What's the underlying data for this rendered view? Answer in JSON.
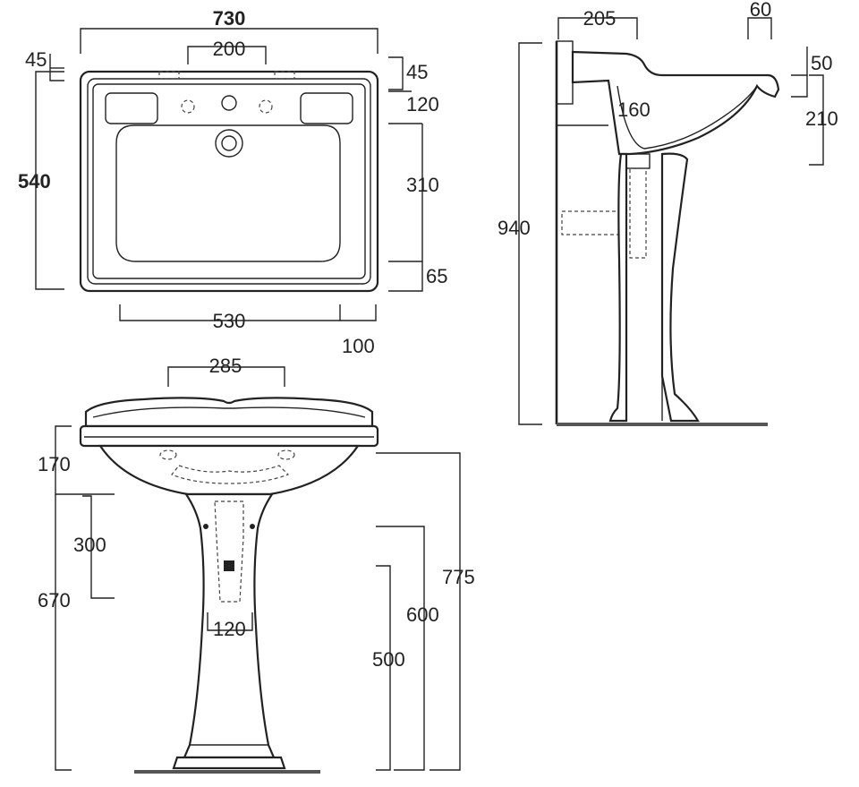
{
  "top_view": {
    "width_overall": "730",
    "tap_hole_spacing": "200",
    "left_offset": "45",
    "depth_overall": "540",
    "rim_front": "45",
    "tap_to_bowl": "120",
    "bowl_depth": "310",
    "front_rim": "65",
    "bowl_width": "530",
    "side_margin": "100"
  },
  "side_view": {
    "wall_to_taps": "205",
    "front_lip": "60",
    "lip_height": "50",
    "bowl_height": "210",
    "waste_offset": "160",
    "total_height": "940"
  },
  "front_view": {
    "pedestal_top_width": "285",
    "basin_height": "170",
    "trap_height": "300",
    "pedestal_height": "670",
    "waste_width": "120",
    "rim_height": "775",
    "overflow_height": "600",
    "waste_height": "500"
  }
}
